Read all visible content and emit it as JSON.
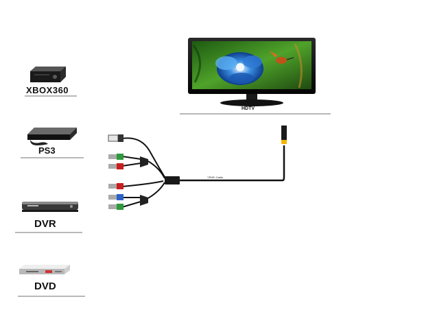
{
  "devices": [
    {
      "id": "xbox360",
      "label": "XBOX360"
    },
    {
      "id": "ps3",
      "label": "PS3"
    },
    {
      "id": "dvr",
      "label": "DVR"
    },
    {
      "id": "dvd",
      "label": "DVD"
    }
  ],
  "tv": {
    "label": "HDTV"
  },
  "cable": {
    "label": "YPbPr Cable"
  },
  "connector_colors": {
    "usb": "#333333",
    "green": "#2e9a3c",
    "red": "#c81e1e",
    "blue": "#2b62c8",
    "yellow": "#f2b600"
  }
}
